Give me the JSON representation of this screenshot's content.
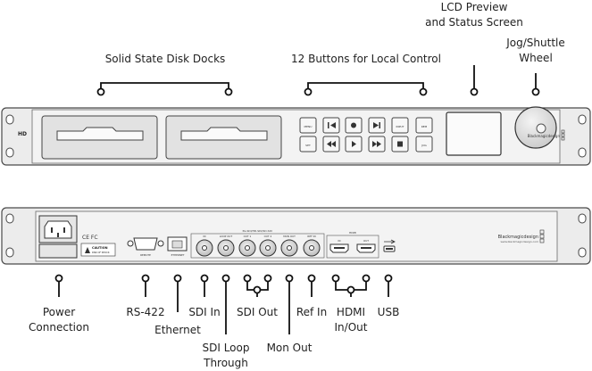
{
  "front_labels": {
    "disk_docks": "Solid State Disk Docks",
    "buttons": "12 Buttons for Local Control",
    "lcd": "LCD Preview\nand Status Screen",
    "jog": "Jog/Shuttle\nWheel"
  },
  "rear_labels": {
    "power": "Power\nConnection",
    "rs422": "RS-422",
    "ethernet": "Ethernet",
    "sdi_in": "SDI In",
    "sdi_loop": "SDI Loop\nThrough",
    "sdi_out": "SDI Out",
    "mon_out": "Mon Out",
    "ref_in": "Ref In",
    "hdmi": "HDMI\nIn/Out",
    "usb": "USB"
  },
  "panel_text": {
    "model": "HD",
    "brand": "Blackmagicdesign",
    "website": "www.blackmagicdesign.com",
    "btn_menu": "MENU",
    "btn_input": "INPUT",
    "btn_rem": "REM",
    "btn_set": "SET",
    "btn_jog": "JOG",
    "port_remote": "REMOTE",
    "port_ethernet": "ETHERNET",
    "port_in": "IN",
    "port_loop": "LOOP OUT",
    "port_out1": "OUT 1",
    "port_out2": "OUT 2",
    "port_mon": "MON OUT",
    "port_ref": "REF IN",
    "sdi_group": "3G-SDI/HD-SDI/SD-SDI",
    "hdmi_group": "HDMI",
    "hdmi_in": "IN",
    "hdmi_out": "OUT",
    "caution": "CAUTION",
    "caution_sub": "RISK OF SHOCK",
    "ce_mark": "CE FC"
  }
}
